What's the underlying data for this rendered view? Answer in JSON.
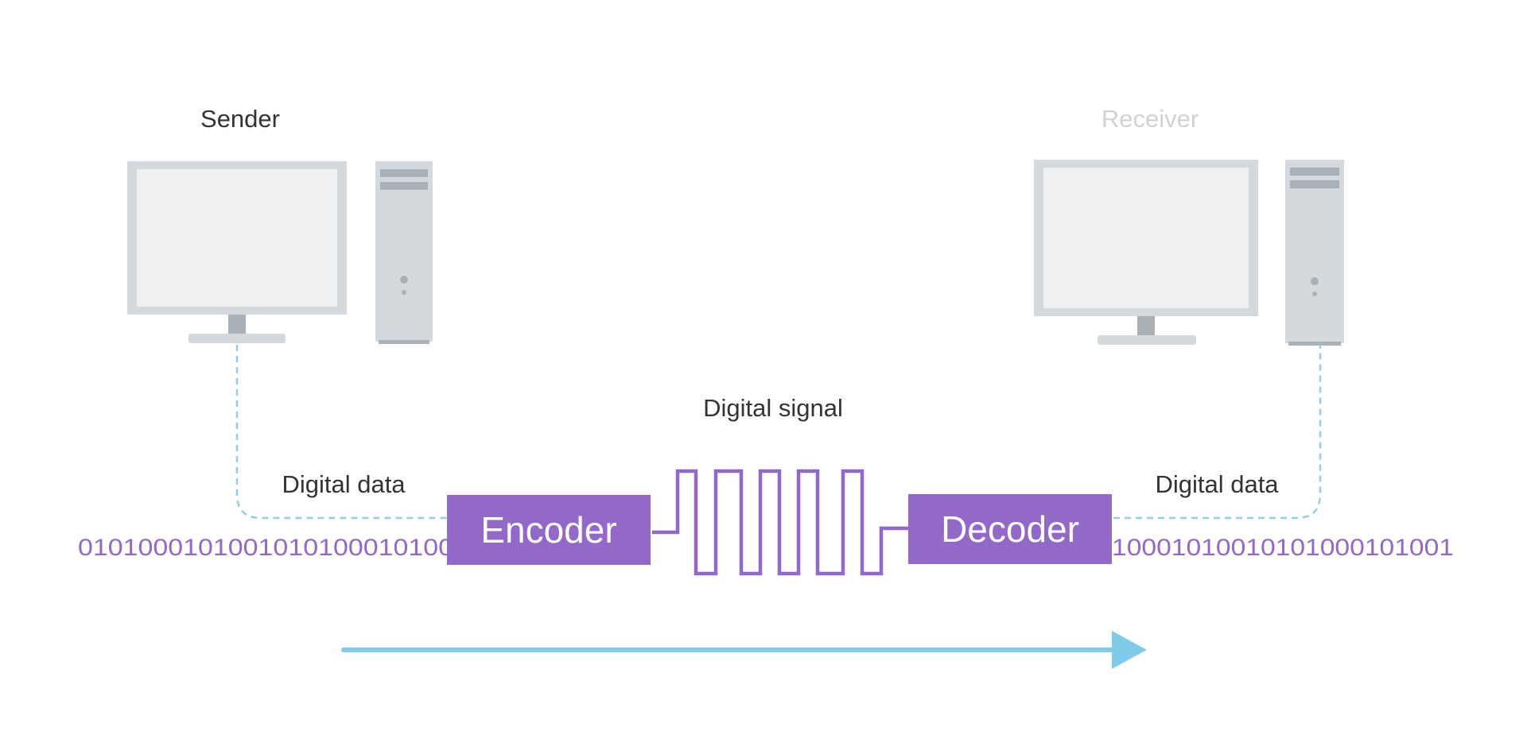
{
  "labels": {
    "sender": "Sender",
    "receiver": "Receiver",
    "digital_signal": "Digital signal",
    "digital_data_left": "Digital data",
    "digital_data_right": "Digital data"
  },
  "blocks": {
    "encoder": "Encoder",
    "decoder": "Decoder"
  },
  "bitstreams": {
    "input": "0101000101001010100010100",
    "output": "10001010010101000101001"
  },
  "colors": {
    "accent_purple": "#9268C8",
    "dashed_blue": "#8FD0E8",
    "arrow_blue": "#7FCBEA",
    "computer_gray": "#D3D9DD",
    "screen_gray": "#EEF0F1",
    "text_dark": "#333333",
    "text_faded": "#D0D3D6"
  },
  "icons": {
    "sender_computer": "desktop-computer-icon",
    "receiver_computer": "desktop-computer-icon",
    "direction_arrow": "arrow-right-icon"
  }
}
